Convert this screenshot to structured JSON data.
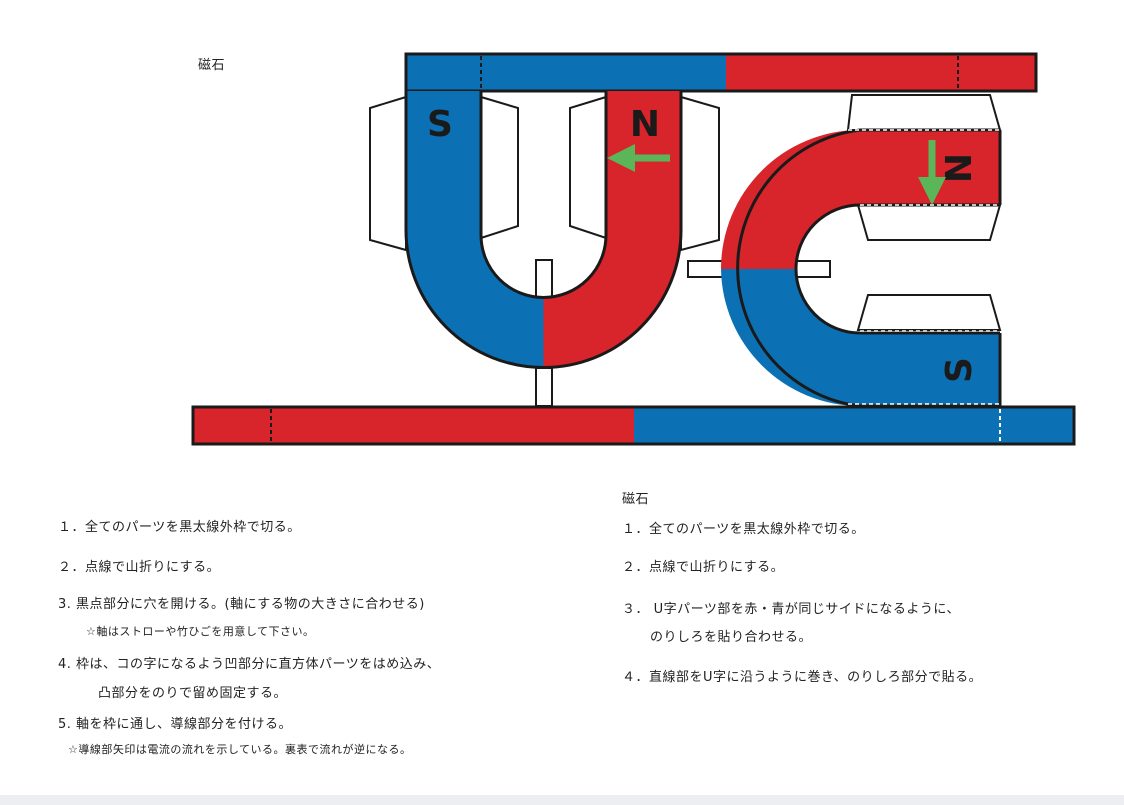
{
  "top_label": "磁石",
  "diagram": {
    "pole_s": "S",
    "pole_n": "N",
    "colors": {
      "red": "#d8242b",
      "blue": "#0c71b4",
      "arrow": "#5bb65a",
      "outline": "#1a1a1a"
    }
  },
  "left_instructions": {
    "steps": [
      "１．全てのパーツを黒太線外枠で切る。",
      "２．点線で山折りにする。",
      "3. 黒点部分に穴を開ける。(軸にする物の大きさに合わせる)",
      "4. 枠は、コの字になるよう凹部分に直方体パーツをはめ込み、",
      "5. 軸を枠に通し、導線部分を付ける。"
    ],
    "step4_cont": "凸部分をのりで留め固定する。",
    "note1": "☆軸はストローや竹ひごを用意して下さい。",
    "note2": "☆導線部矢印は電流の流れを示している。裏表で流れが逆になる。"
  },
  "right_instructions": {
    "title": "磁石",
    "steps": [
      "１．全てのパーツを黒太線外枠で切る。",
      "２．点線で山折りにする。",
      "３．  U字パーツ部を赤・青が同じサイドになるように、",
      "４．直線部をU字に沿うように巻き、のりしろ部分で貼る。"
    ],
    "step3_cont": "のりしろを貼り合わせる。"
  }
}
